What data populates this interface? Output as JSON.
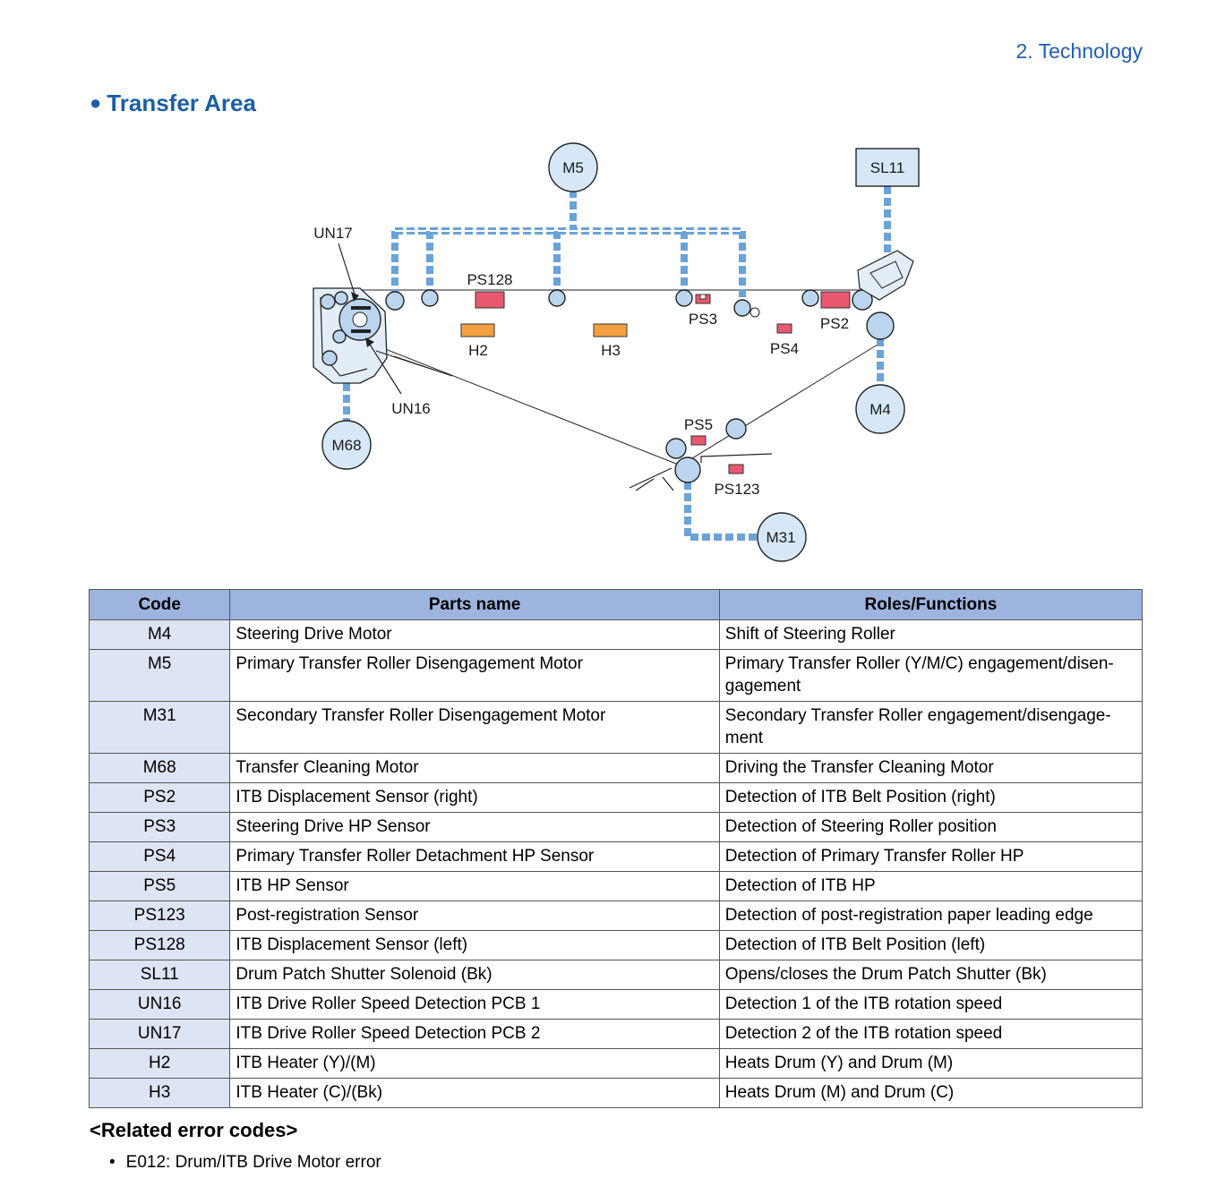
{
  "header": {
    "section": "2. Technology"
  },
  "page_title": "Transfer Area",
  "diagram": {
    "labels": {
      "m5": "M5",
      "sl11": "SL11",
      "un17": "UN17",
      "ps128": "PS128",
      "h2": "H2",
      "h3": "H3",
      "ps3": "PS3",
      "ps4": "PS4",
      "ps2": "PS2",
      "un16": "UN16",
      "m68": "M68",
      "m4": "M4",
      "ps5": "PS5",
      "ps123": "PS123",
      "m31": "M31"
    },
    "colors": {
      "drive_line": "#6aa3d8",
      "roller": "#bcd5ee",
      "sensor": "#e8586e",
      "heater": "#f5a040",
      "motor": "#d6e8f7"
    }
  },
  "table": {
    "headers": [
      "Code",
      "Parts name",
      "Roles/Functions"
    ],
    "rows": [
      {
        "code": "M4",
        "name": "Steering Drive Motor",
        "role": "Shift of Steering Roller"
      },
      {
        "code": "M5",
        "name": "Primary Transfer Roller Disengagement Motor",
        "role": "Primary Transfer Roller (Y/M/C) engagement/disen-\ngagement"
      },
      {
        "code": "M31",
        "name": "Secondary Transfer Roller Disengagement Motor",
        "role": "Secondary Transfer Roller engagement/disengage-\nment"
      },
      {
        "code": "M68",
        "name": "Transfer Cleaning Motor",
        "role": "Driving the Transfer Cleaning Motor"
      },
      {
        "code": "PS2",
        "name": "ITB Displacement Sensor (right)",
        "role": "Detection of ITB Belt Position (right)"
      },
      {
        "code": "PS3",
        "name": "Steering Drive HP Sensor",
        "role": "Detection of Steering Roller position"
      },
      {
        "code": "PS4",
        "name": "Primary Transfer Roller Detachment HP Sensor",
        "role": "Detection of Primary Transfer Roller HP"
      },
      {
        "code": "PS5",
        "name": "ITB HP Sensor",
        "role": "Detection of ITB HP"
      },
      {
        "code": "PS123",
        "name": "Post-registration Sensor",
        "role": "Detection of post-registration paper leading edge"
      },
      {
        "code": "PS128",
        "name": "ITB Displacement Sensor (left)",
        "role": "Detection of ITB Belt Position (left)"
      },
      {
        "code": "SL11",
        "name": "Drum Patch Shutter Solenoid (Bk)",
        "role": "Opens/closes the Drum Patch Shutter (Bk)"
      },
      {
        "code": "UN16",
        "name": "ITB Drive Roller Speed Detection PCB 1",
        "role": "Detection 1 of the ITB rotation speed"
      },
      {
        "code": "UN17",
        "name": "ITB Drive Roller Speed Detection PCB 2",
        "role": "Detection 2 of the ITB rotation speed"
      },
      {
        "code": "H2",
        "name": "ITB Heater (Y)/(M)",
        "role": "Heats Drum (Y) and Drum (M)"
      },
      {
        "code": "H3",
        "name": "ITB Heater (C)/(Bk)",
        "role": "Heats Drum (M) and Drum (C)"
      }
    ]
  },
  "related": {
    "title": "<Related error codes>",
    "items": [
      "E012: Drum/ITB Drive Motor error"
    ]
  }
}
